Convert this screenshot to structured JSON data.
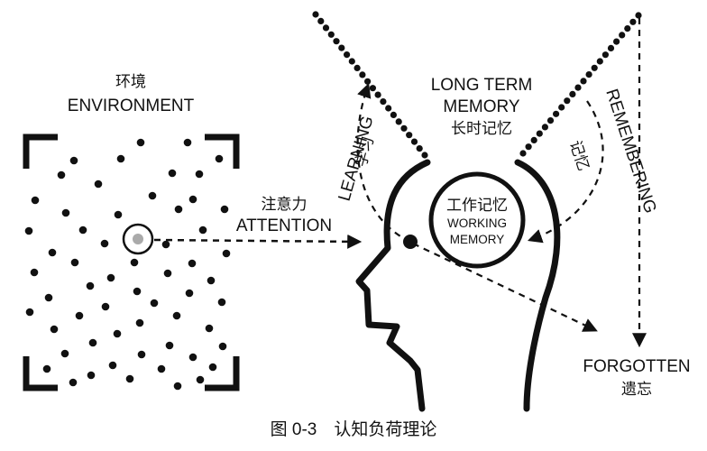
{
  "environment": {
    "label_cn": "环境",
    "label_en": "ENVIRONMENT"
  },
  "attention": {
    "label_cn": "注意力",
    "label_en": "ATTENTION"
  },
  "long_term_memory": {
    "line1": "LONG TERM",
    "line2": "MEMORY",
    "label_cn": "长时记忆"
  },
  "working_memory": {
    "label_cn": "工作记忆",
    "line1": "WORKING",
    "line2": "MEMORY"
  },
  "learning": {
    "label_en": "LEARNING",
    "label_cn": "学习"
  },
  "remembering": {
    "label_en": "REMEMBERING",
    "label_cn": "记忆"
  },
  "forgotten": {
    "label_en": "FORGOTTEN",
    "label_cn": "遗忘"
  },
  "caption": "图 0-3　认知负荷理论"
}
